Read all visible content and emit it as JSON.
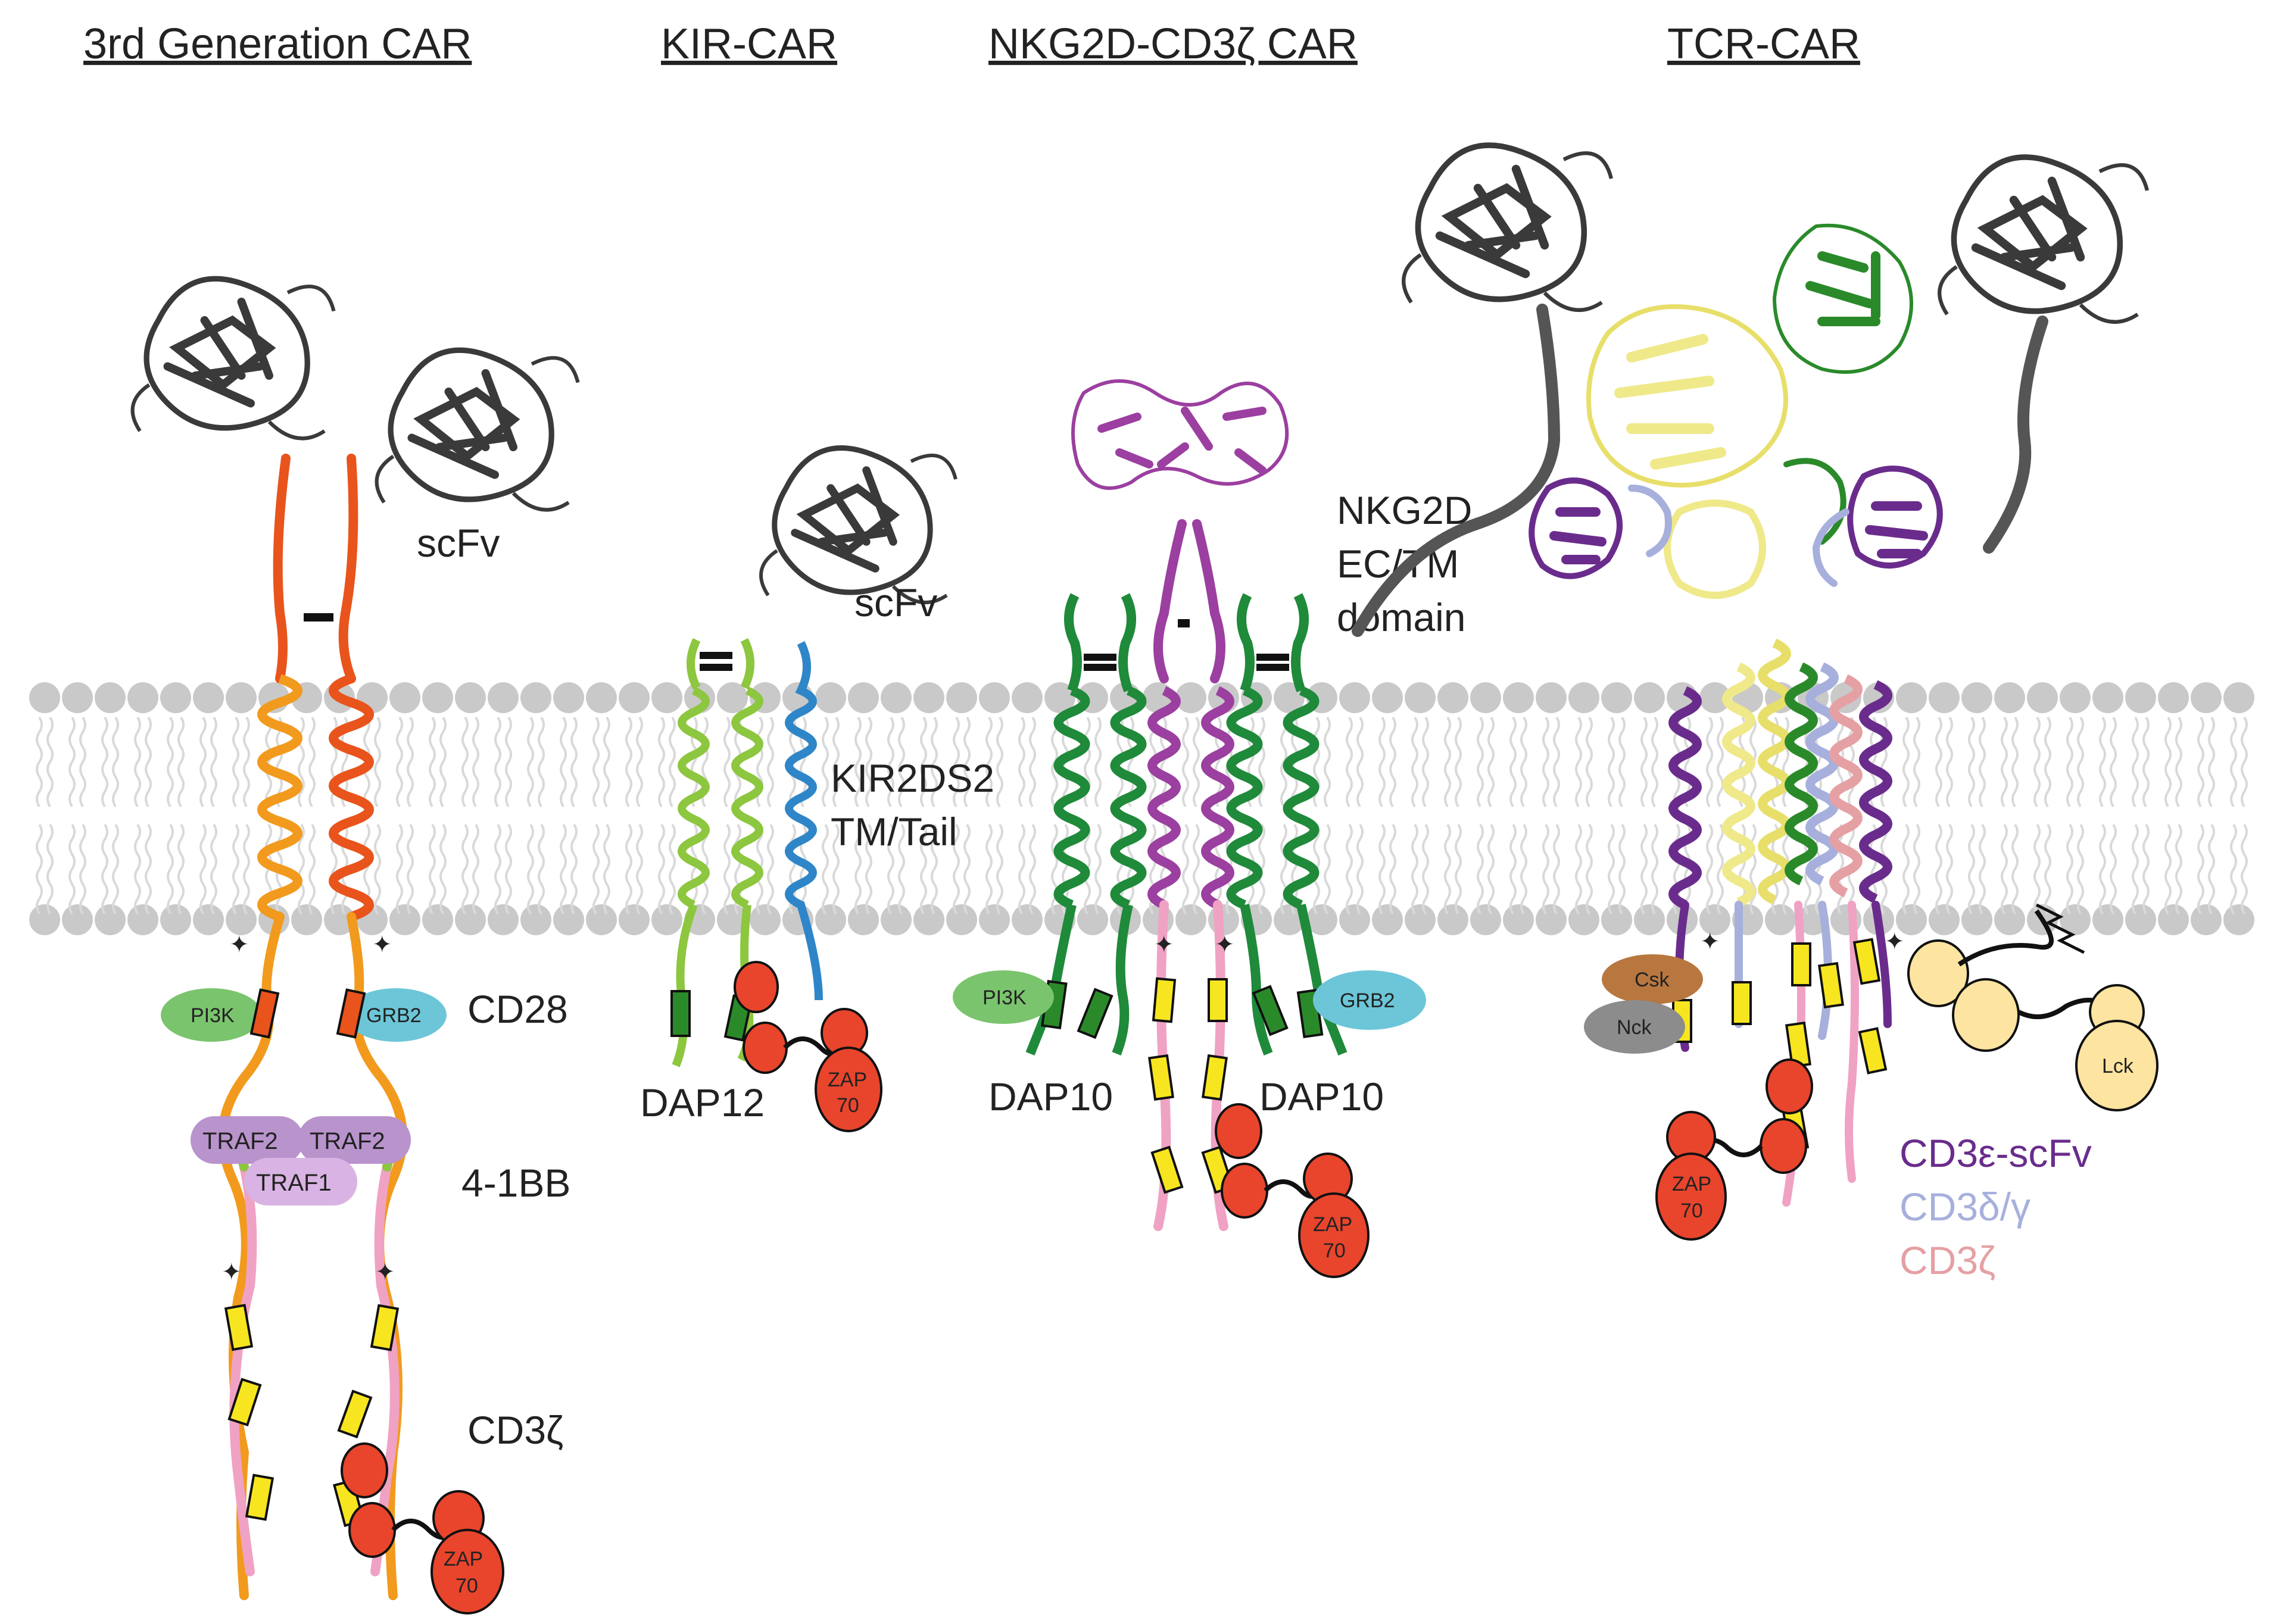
{
  "colors": {
    "membrane_head": "#c9c9c9",
    "membrane_tail": "#d9d9d9",
    "scfv": "#3a3a3a",
    "cd28_helix": "#f29a1d",
    "hinge_red": "#e8541c",
    "cd3z_tail": "#f0a2c4",
    "bb_green": "#8dc63f",
    "itam_yellow": "#f7e61f",
    "zap70": "#e8452c",
    "pi3k": "#7bc46e",
    "grb2": "#6cc6d8",
    "traf": "#b993cc",
    "dap_green": "#1f8a3a",
    "kir_blue": "#2e86c8",
    "kir_lime": "#8dc63f",
    "nkg2d_purple": "#9b3fa0",
    "tcr_yellow": "#efe98a",
    "tcr_green": "#2a8a2a",
    "cd3e_purple": "#6a2c8c",
    "cd3dg_lavender": "#a7b0dc",
    "cd3z_pink": "#e5a0a4",
    "csk": "#b8773f",
    "nck": "#8c8c8c",
    "lck": "#fde4a0"
  },
  "titles": {
    "gen3": "3rd Generation CAR",
    "kir": "KIR-CAR",
    "nkg2d": "NKG2D-CD3ζ CAR",
    "tcr": "TCR-CAR"
  },
  "gen3": {
    "scfv": "scFv",
    "pi3k": "PI3K",
    "grb2": "GRB2",
    "cd28": "CD28",
    "traf2_a": "TRAF2",
    "traf2_b": "TRAF2",
    "traf1": "TRAF1",
    "bb41": "4-1BB",
    "cd3z": "CD3ζ",
    "zap_1": "ZAP",
    "zap_2": "70"
  },
  "kir": {
    "scfv": "scFv",
    "tm_1": "KIR2DS2",
    "tm_2": "TM/Tail",
    "dap12": "DAP12",
    "zap_1": "ZAP",
    "zap_2": "70"
  },
  "nkg2d": {
    "domain_1": "NKG2D",
    "domain_2": "EC/TM",
    "domain_3": "domain",
    "pi3k": "PI3K",
    "grb2": "GRB2",
    "dap10_left": "DAP10",
    "dap10_right": "DAP10",
    "zap_1": "ZAP",
    "zap_2": "70"
  },
  "tcr": {
    "csk": "Csk",
    "nck": "Nck",
    "lck": "Lck",
    "zap_1": "ZAP",
    "zap_2": "70",
    "legend": [
      {
        "label": "CD3ε-scFv",
        "color": "#6a2c8c"
      },
      {
        "label": "CD3δ/γ",
        "color": "#a7b0dc"
      },
      {
        "label": "CD3ζ",
        "color": "#e5a0a4"
      }
    ]
  }
}
